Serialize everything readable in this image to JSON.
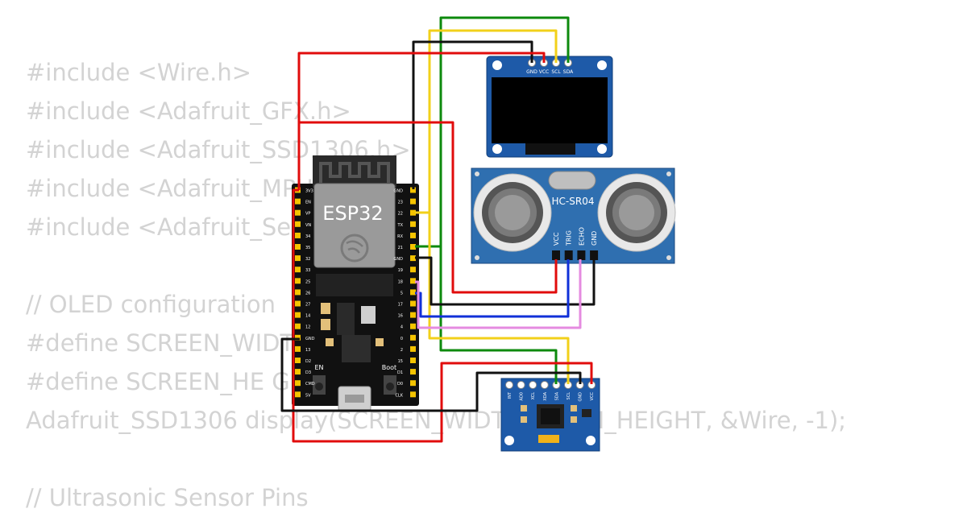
{
  "code_lines": [
    "#include <Wire.h>",
    "#include <Adafruit_GFX.h>",
    "#include <Adafruit_SSD1306.h>",
    "#include <Adafruit_MPU",
    "#include <Adafruit_Se",
    "",
    "// OLED configuration",
    "#define SCREEN_WIDT",
    "#define SCREEN_HE G",
    "Adafruit_SSD1306 display(SCREEN_WIDT       EEN_HEIGHT, &Wire, -1);",
    "",
    "// Ultrasonic Sensor Pins"
  ],
  "esp32": {
    "label": "ESP32",
    "left_pins": [
      "3V3",
      "EN",
      "VP",
      "VN",
      "34",
      "35",
      "32",
      "33",
      "25",
      "26",
      "27",
      "14",
      "12",
      "GND",
      "13",
      "D2",
      "D3",
      "CMD",
      "5V"
    ],
    "right_pins": [
      "GND",
      "23",
      "22",
      "TX",
      "RX",
      "21",
      "GND",
      "19",
      "18",
      "5",
      "17",
      "16",
      "4",
      "0",
      "2",
      "15",
      "D1",
      "D0",
      "CLK"
    ],
    "en_label": "EN",
    "boot_label": "Boot"
  },
  "oled": {
    "pins": [
      "GND",
      "VCC",
      "SCL",
      "SDA"
    ]
  },
  "hcsr04": {
    "label": "HC-SR04",
    "pins": [
      "VCC",
      "TRIG",
      "ECHO",
      "GND"
    ]
  },
  "mpu": {
    "pins": [
      "INT",
      "AD0",
      "XCL",
      "XDA",
      "SDA",
      "SCL",
      "GND",
      "VCC"
    ]
  },
  "colors": {
    "wire_red": "#e10c0c",
    "wire_green": "#0d8a0d",
    "wire_yellow": "#f2d01a",
    "wire_black": "#111111",
    "wire_blue": "#1030d8",
    "wire_violet": "#e58be0",
    "esp_board": "#111111",
    "pin_gold": "#f5c400",
    "module_blue": "#1e5aa8",
    "sensor_blue": "#2f6fb0"
  }
}
